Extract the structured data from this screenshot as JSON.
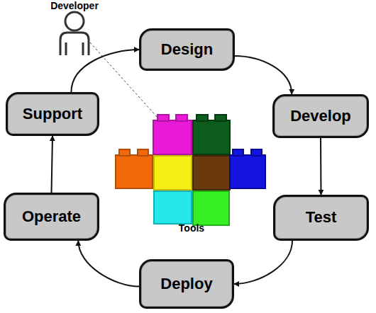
{
  "diagram": {
    "nodes": [
      {
        "text": [
          "Design"
        ]
      },
      {
        "text": [
          "Develop"
        ]
      },
      {
        "text": [
          "Test"
        ]
      },
      {
        "text": [
          "Deploy"
        ]
      },
      {
        "text": [
          "Operate"
        ]
      },
      {
        "text": [
          "Support"
        ]
      }
    ],
    "edges": [
      {
        "from": 0,
        "to": 1,
        "arrow": "to"
      },
      {
        "from": 1,
        "to": 2,
        "arrow": "to"
      },
      {
        "from": 2,
        "to": 3,
        "arrow": "to"
      },
      {
        "from": 3,
        "to": 4,
        "arrow": "to"
      },
      {
        "from": 4,
        "to": 5,
        "arrow": "to"
      },
      {
        "from": 5,
        "to": 0,
        "arrow": "to"
      }
    ],
    "labels": [
      "Developer",
      "Tools"
    ]
  }
}
